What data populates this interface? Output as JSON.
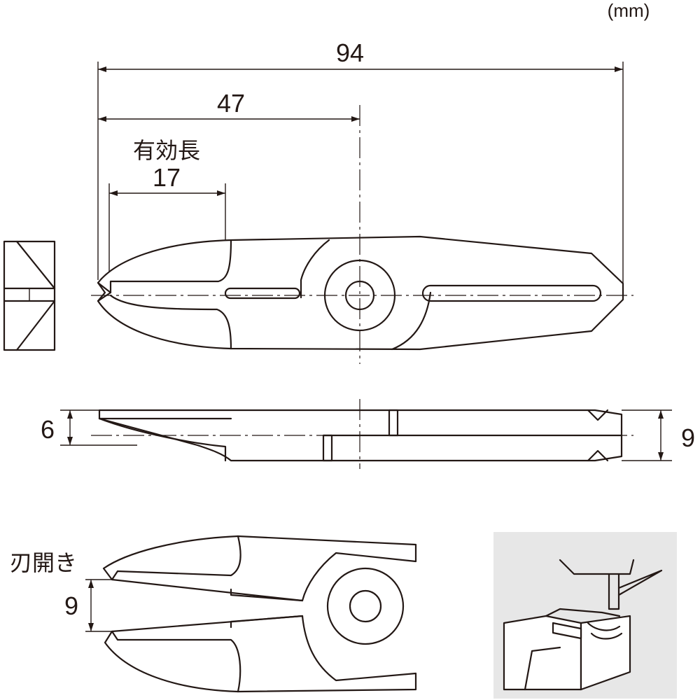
{
  "unit_label": "(mm)",
  "top_view": {
    "total_length": "94",
    "pivot_length": "47",
    "effective_length_label": "有効長",
    "effective_length": "17"
  },
  "side_view": {
    "blade_thickness": "6",
    "body_thickness": "9"
  },
  "open_view": {
    "opening_label": "刃開き",
    "opening_value": "9"
  },
  "colors": {
    "line": "#231815",
    "photo_bg": "#e7e7e7"
  }
}
